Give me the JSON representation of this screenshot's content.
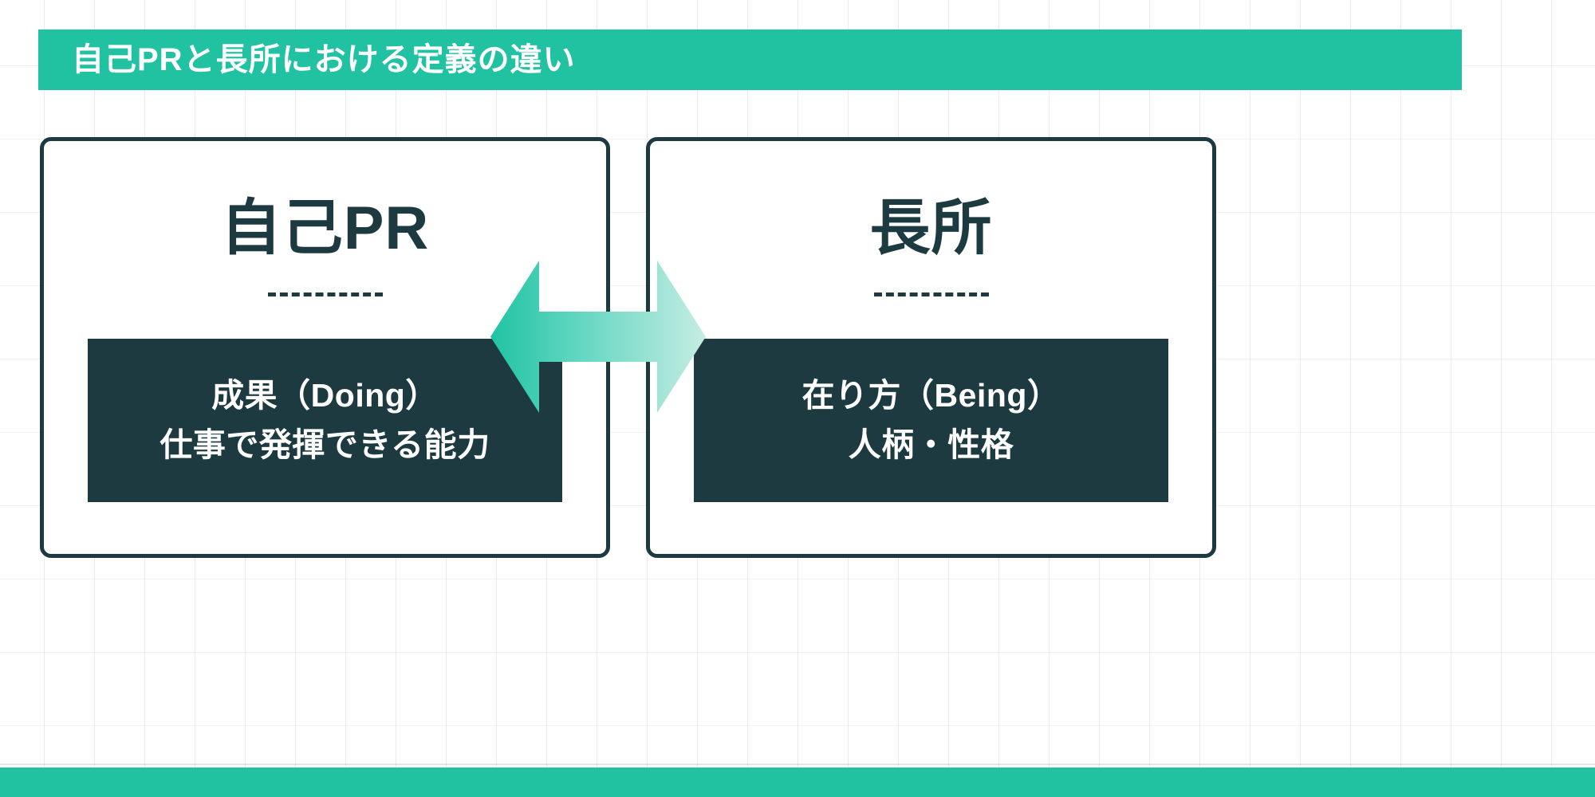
{
  "colors": {
    "accent_green": "#21c2a2",
    "dark_navy": "#1c3a40",
    "arrow_gradient_start": "#25c3a4",
    "arrow_gradient_end": "#bdeae0",
    "background": "#ffffff",
    "grid_line": "#e8e8e8"
  },
  "banner": {
    "title": "自己PRと長所における定義の違い"
  },
  "cards": [
    {
      "heading": "自己PR",
      "divider": "dashed-rule",
      "panel_lines": [
        "成果（Doing）",
        "仕事で発揮できる能力"
      ]
    },
    {
      "heading": "長所",
      "divider": "dashed-rule",
      "panel_lines": [
        "在り方（Being）",
        "人柄・性格"
      ]
    }
  ],
  "center": {
    "icon": "double-headed-arrow-icon"
  }
}
